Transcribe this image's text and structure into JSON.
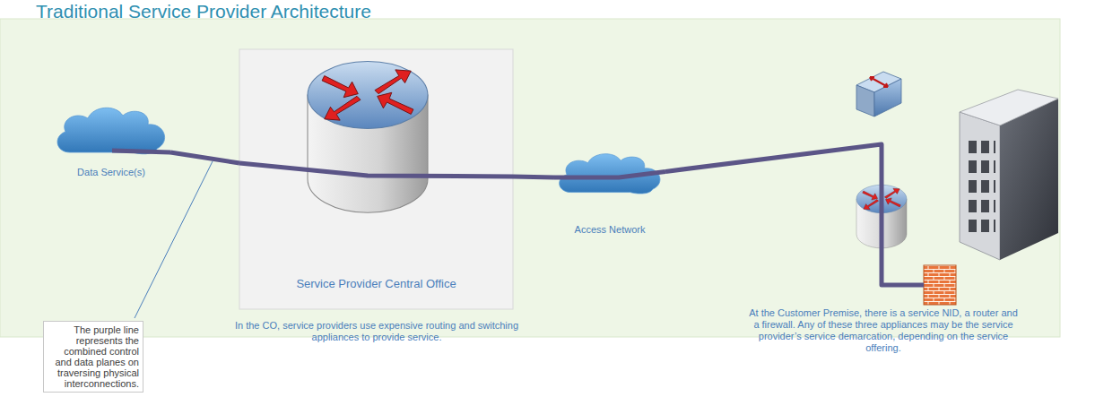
{
  "diagram": {
    "title": "Traditional Service Provider Architecture",
    "nodes": [
      {
        "text": [
          "Data Service(s)"
        ]
      },
      {
        "text": [
          "Service Provider Central Office"
        ]
      },
      {
        "text": [
          "Access Network"
        ]
      },
      {
        "text": [
          "The purple line represents the combined control and data planes on traversing physical interconnections."
        ]
      }
    ],
    "edges": [
      {
        "from": 0,
        "to": 1,
        "arrow": "none"
      },
      {
        "from": 1,
        "to": 2,
        "arrow": "none"
      }
    ],
    "labels": [
      "In the CO, service providers use expensive routing and switching appliances to provide service.",
      "At the Customer Premise, there is a service NID, a router and a firewall. Any of these three appliances may be the service provider’s service demarcation, depending on the service offering."
    ]
  }
}
